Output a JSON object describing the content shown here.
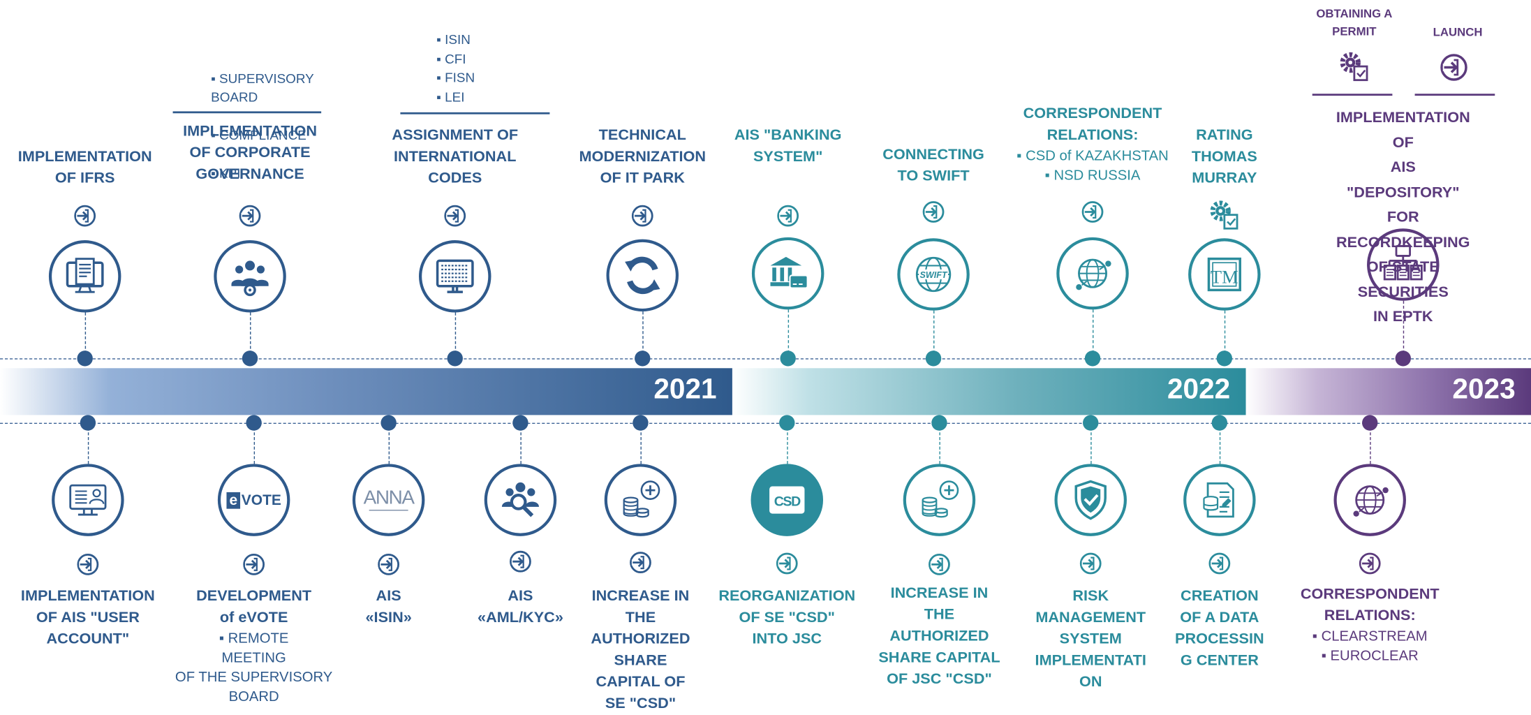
{
  "colors": {
    "blue": "#2f5a8c",
    "teal": "#2b8c9c",
    "purple": "#5b3a7c"
  },
  "years": [
    "2021",
    "2022",
    "2023"
  ],
  "top_events": [
    {
      "title": "IMPLEMENTATION\nOF IFRS",
      "icon": "monitor-document-icon",
      "color": "blue"
    },
    {
      "title": "IMPLEMENTATION\nOF CORPORATE\nGOVERNANCE",
      "icon": "people-gear-icon",
      "color": "blue",
      "bullets": [
        "▪ SUPERVISORY\nBOARD",
        "▪ COMPLIANCE",
        "▪ KPI"
      ]
    },
    {
      "title": "ASSIGNMENT OF\nINTERNATIONAL\nCODES",
      "icon": "data-monitor-icon",
      "color": "blue",
      "bullets": [
        "▪ ISIN",
        "▪ CFI",
        "▪ FISN",
        "▪ LEI"
      ]
    },
    {
      "title": "TECHNICAL\nMODERNIZATION\nOF IT PARK",
      "icon": "refresh-icon",
      "color": "blue"
    },
    {
      "title": "AIS \"BANKING\nSYSTEM\"",
      "icon": "bank-card-icon",
      "color": "teal"
    },
    {
      "title": "CONNECTING\nTO SWIFT",
      "icon": "swift-globe-icon",
      "color": "teal"
    },
    {
      "title": "CORRESPONDENT\nRELATIONS:",
      "icon": "globe-network-icon",
      "color": "teal",
      "sub": [
        "▪ CSD of KAZAKHSTAN",
        "▪ NSD RUSSIA"
      ]
    },
    {
      "title": "RATING\nTHOMAS\nMURRAY",
      "icon": "tm-logo-icon",
      "color": "teal"
    },
    {
      "title": "IMPLEMENTATION OF\nAIS \"DEPOSITORY\"\nFOR RECORDKEEPING\nOF STATE SECURITIES\nIN EPTK",
      "icon": "network-monitor-icon",
      "color": "purple",
      "steps": [
        "OBTAINING A\nPERMIT",
        "LAUNCH"
      ]
    }
  ],
  "bottom_events": [
    {
      "title": "IMPLEMENTATION\nOF AIS \"USER\nACCOUNT\"",
      "icon": "user-account-icon",
      "color": "blue"
    },
    {
      "title": "DEVELOPMENT\nof eVOTE",
      "icon": "evote-logo-icon",
      "color": "blue",
      "logo": "e",
      "logo2": "VOTE",
      "sub": [
        "▪ REMOTE\nMEETING\nOF THE SUPERVISORY\nBOARD"
      ]
    },
    {
      "title": "AIS\n«ISIN»",
      "icon": "anna-logo-icon",
      "color": "blue",
      "logo": "ANNA"
    },
    {
      "title": "AIS\n«AML/KYC»",
      "icon": "people-search-icon",
      "color": "blue"
    },
    {
      "title": "INCREASE IN\nTHE\nAUTHORIZED\nSHARE\nCAPITAL OF\nSE \"CSD\"",
      "icon": "coins-plus-icon",
      "color": "blue"
    },
    {
      "title": "REORGANIZATION\nOF SE \"CSD\"\nINTO JSC",
      "icon": "csd-logo-icon",
      "color": "teal",
      "logo": "CSD"
    },
    {
      "title": "INCREASE IN\nTHE\nAUTHORIZED\nSHARE CAPITAL\nOF JSC \"CSD\"",
      "icon": "coins-plus-icon",
      "color": "teal"
    },
    {
      "title": "RISK\nMANAGEMENT\nSYSTEM\nIMPLEMENTATI\nON",
      "icon": "shield-check-icon",
      "color": "teal"
    },
    {
      "title": "CREATION\nOF A DATA\nPROCESSIN\nG CENTER",
      "icon": "database-document-icon",
      "color": "teal"
    },
    {
      "title": "CORRESPONDENT\nRELATIONS:",
      "icon": "globe-network-icon",
      "color": "purple",
      "sub": [
        "▪ CLEARSTREAM",
        "▪ EUROCLEAR"
      ]
    }
  ]
}
